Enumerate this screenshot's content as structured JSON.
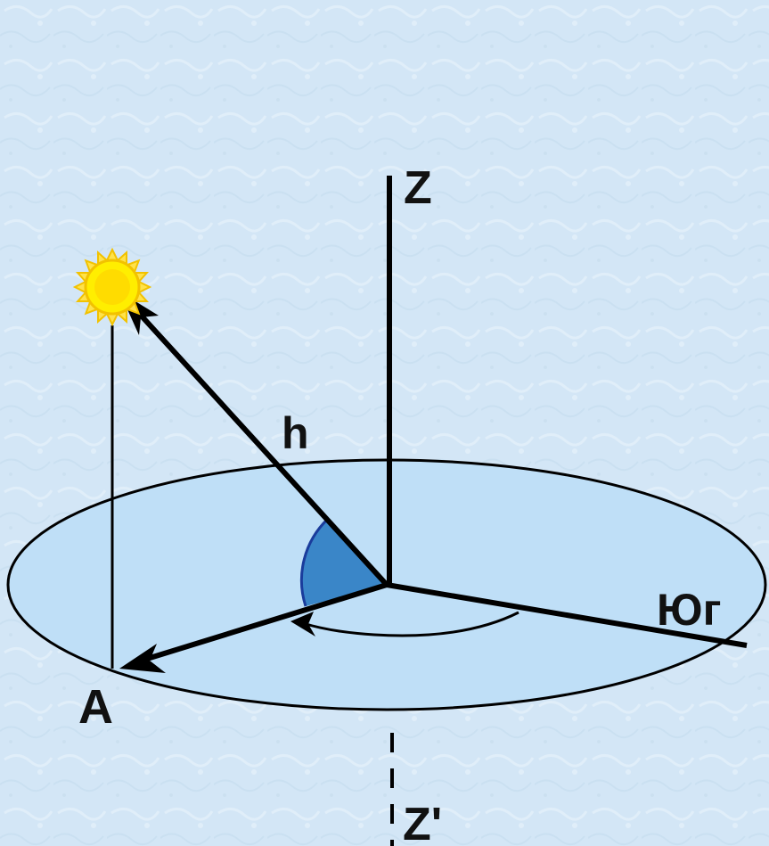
{
  "diagram": {
    "labels": {
      "zenith": "Z",
      "nadir": "Z'",
      "altitude": "h",
      "azimuth_point": "A",
      "south": "Юг"
    },
    "icons": {
      "sun": "sun-icon"
    },
    "colors": {
      "background": "#d3e6f6",
      "background_texture": "#e6f1fb",
      "horizon_plane": "#bfdff7",
      "line": "#000000",
      "altitude_sector": "#3a86c8",
      "altitude_arc": "#1a3c9c",
      "sun_fill": "#ffee00",
      "sun_rim": "#f2c200"
    }
  }
}
